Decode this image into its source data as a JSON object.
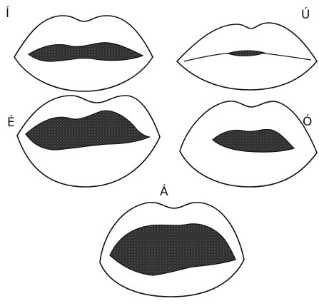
{
  "figure": {
    "mouths": [
      {
        "id": "i",
        "label": "Í",
        "opening": 0.25
      },
      {
        "id": "u",
        "label": "Ú",
        "opening": 0.08
      },
      {
        "id": "e",
        "label": "É",
        "opening": 0.45
      },
      {
        "id": "o",
        "label": "Ó",
        "opening": 0.33
      },
      {
        "id": "a",
        "label": "Á",
        "opening": 1.0
      }
    ],
    "colors": {
      "ink": "#111111",
      "mouth_fill": "#2a2a2a",
      "paper": "#ffffff"
    }
  }
}
